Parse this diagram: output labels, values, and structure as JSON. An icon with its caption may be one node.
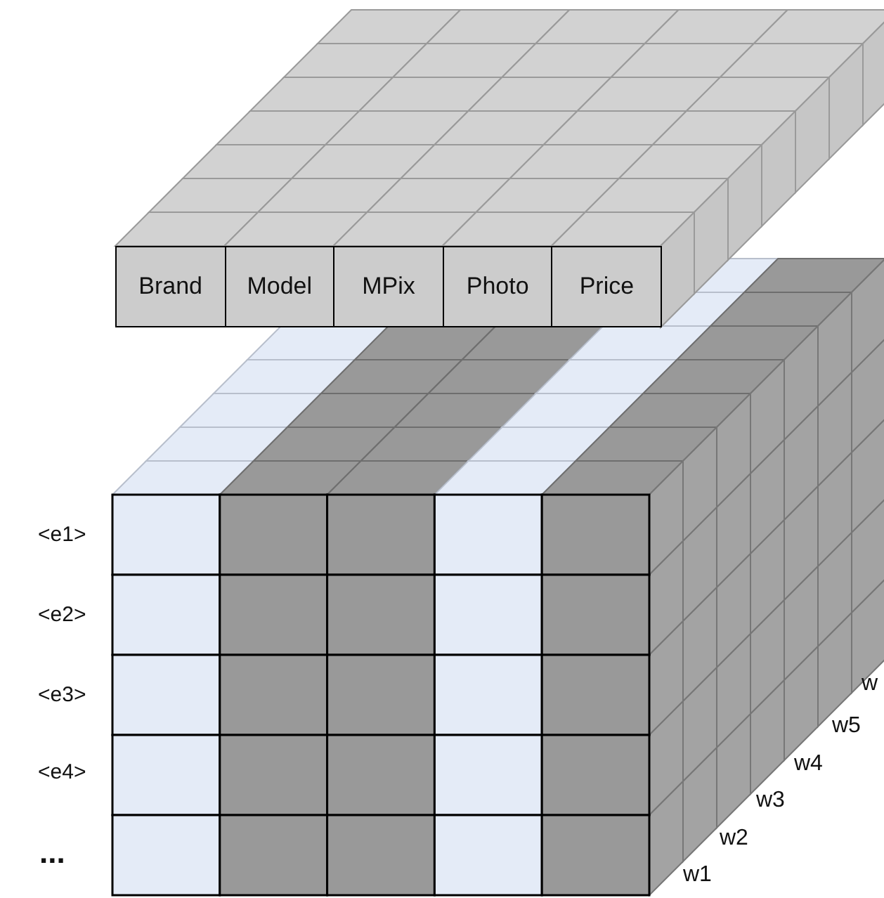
{
  "diagram": {
    "labels": [
      "Brand",
      "Model",
      "MPix",
      "Photo",
      "Price",
      "<e1>",
      "<e2>",
      "<e3>",
      "<e4>",
      "...",
      "w1",
      "w2",
      "w3",
      "w4",
      "w5",
      "w"
    ]
  }
}
